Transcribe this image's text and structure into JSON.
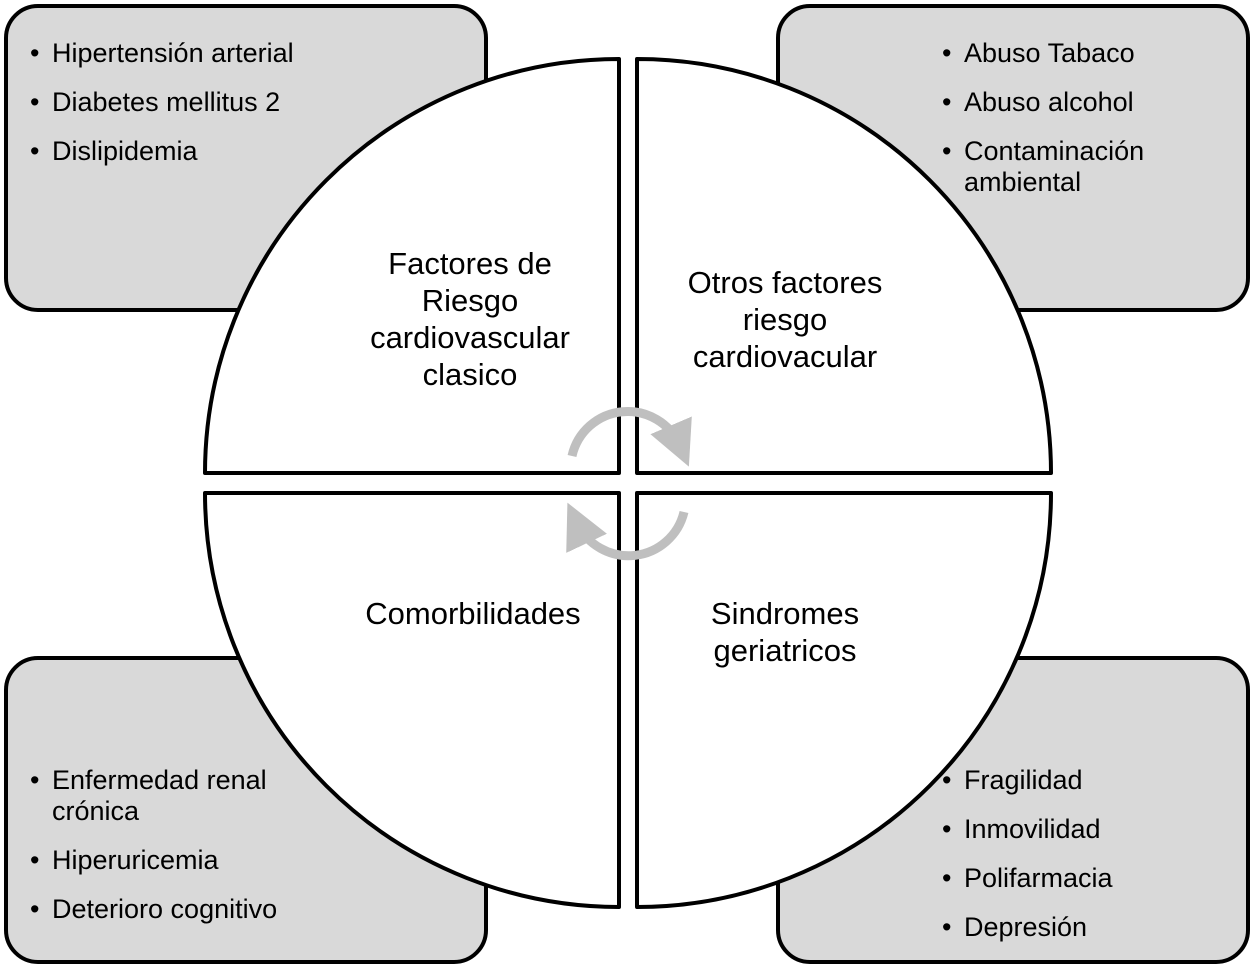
{
  "quadrants": {
    "top_left": {
      "title": "Factores de Riesgo cardiovascular clasico",
      "items": [
        "Hipertensión arterial",
        "Diabetes mellitus 2",
        "Dislipidemia"
      ]
    },
    "top_right": {
      "title": "Otros factores riesgo cardiovacular",
      "items": [
        "Abuso Tabaco",
        "Abuso alcohol",
        "Contaminación ambiental"
      ]
    },
    "bottom_left": {
      "title": "Comorbilidades",
      "items": [
        "Enfermedad renal crónica",
        "Hiperuricemia",
        "Deterioro cognitivo"
      ]
    },
    "bottom_right": {
      "title": "Sindromes geriatricos",
      "items": [
        "Fragilidad",
        "Inmovilidad",
        "Polifarmacia",
        "Depresión"
      ]
    }
  },
  "colors": {
    "box_fill": "#d9d9d9",
    "quadrant_fill": "#ffffff",
    "stroke": "#000000",
    "cycle_arrow": "#bfbfbf"
  },
  "icons": [
    "cycle-arrow-icon"
  ]
}
